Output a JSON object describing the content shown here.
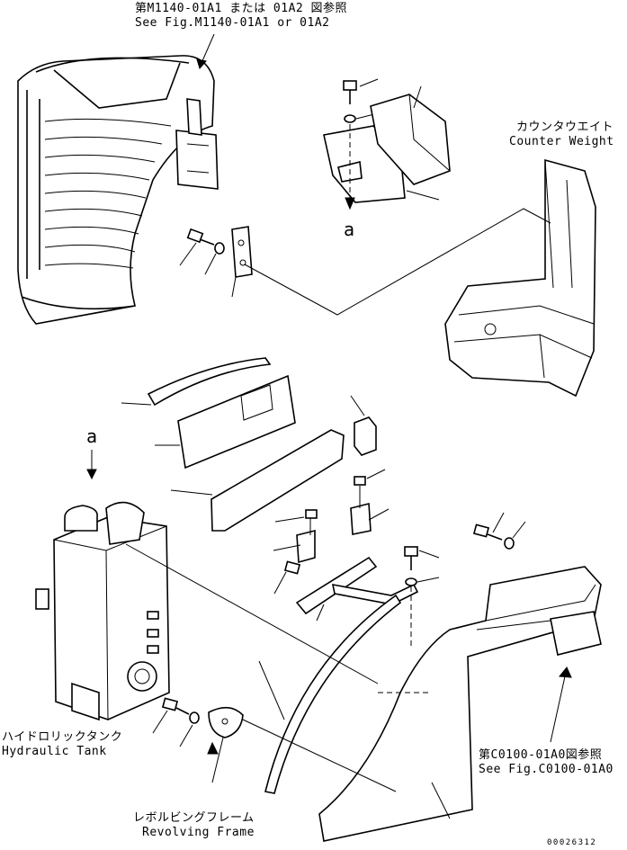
{
  "labels": {
    "fig_top_jp": "第M1140-01A1 または 01A2 図参照",
    "fig_top_en": "See Fig.M1140-01A1 or 01A2",
    "counterweight_jp": "カウンタウエイト",
    "counterweight_en": "Counter Weight",
    "view_a_top": "a",
    "view_a_left": "a",
    "hydraulic_tank_jp": "ハイドロリックタンク",
    "hydraulic_tank_en": "Hydraulic Tank",
    "fig_bottom_jp": "第C0100-01A0図参照",
    "fig_bottom_en": "See Fig.C0100-01A0",
    "revolving_frame_jp": "レボルビングフレーム",
    "revolving_frame_en": "Revolving Frame",
    "drawing_number": "00026312"
  },
  "icons": [
    "arrow-down-icon",
    "arrow-up-icon"
  ],
  "colors": {
    "ink": "#000000",
    "paper": "#ffffff"
  }
}
